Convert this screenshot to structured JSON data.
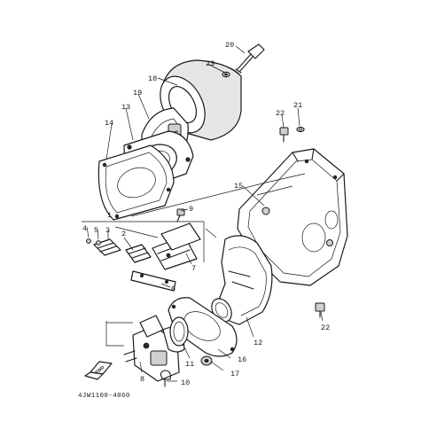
{
  "diagram_code": "4JW1100-4060",
  "fwd_label": "FWD",
  "callouts": {
    "p1": "1",
    "p2": "2",
    "p3": "3",
    "p4": "4",
    "p5": "5",
    "p6": "6",
    "p7": "7",
    "p8": "8",
    "p9": "9",
    "p10": "10",
    "p11": "11",
    "p12": "12",
    "p13": "13",
    "p14": "14",
    "p15": "15",
    "p16": "16",
    "p17": "17",
    "p18": "18",
    "p19": "19",
    "p20": "20",
    "p21": "21",
    "p22a": "22",
    "p22b": "22",
    "p23": "23"
  }
}
